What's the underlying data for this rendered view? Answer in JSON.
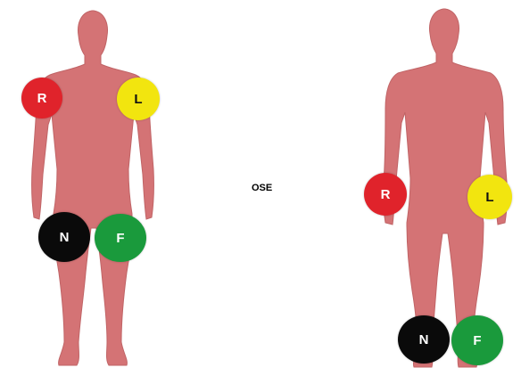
{
  "center_label": "OSE",
  "colors": {
    "body": "#d47375",
    "body_outline": "#b45a5c",
    "red": "#e0232b",
    "yellow": "#f2e50f",
    "black": "#0a0a0a",
    "green": "#1a9a3c"
  },
  "figures": [
    {
      "id": "left",
      "electrodes": [
        {
          "label": "R",
          "color": "red"
        },
        {
          "label": "L",
          "color": "yellow"
        },
        {
          "label": "N",
          "color": "black"
        },
        {
          "label": "F",
          "color": "green"
        }
      ]
    },
    {
      "id": "right",
      "electrodes": [
        {
          "label": "R",
          "color": "red"
        },
        {
          "label": "L",
          "color": "yellow"
        },
        {
          "label": "N",
          "color": "black"
        },
        {
          "label": "F",
          "color": "green"
        }
      ]
    }
  ]
}
